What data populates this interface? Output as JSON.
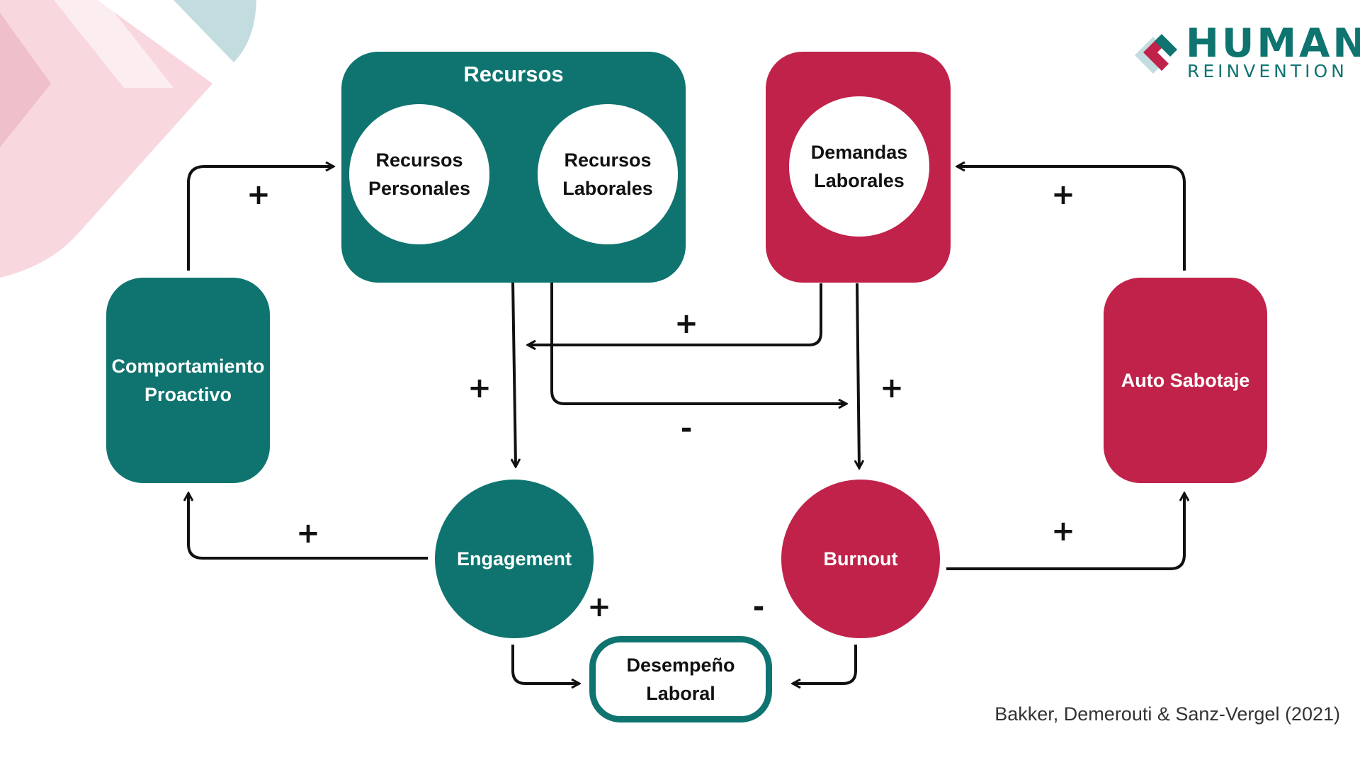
{
  "brand": {
    "name_line1": "HUMAN",
    "name_line2": "REINVENTION",
    "teal": "#0f7470",
    "crimson": "#c0224a",
    "pink_light": "#f9d7de",
    "pink_mid": "#efc0cb",
    "blue_gray": "#c3dcdf"
  },
  "nodes": {
    "recursos": {
      "title": "Recursos",
      "personales": "Recursos\nPersonales",
      "laborales": "Recursos\nLaborales"
    },
    "demandas": "Demandas\nLaborales",
    "comportamiento": "Comportamiento\nProactivo",
    "auto_sabotaje": "Auto Sabotaje",
    "engagement": "Engagement",
    "burnout": "Burnout",
    "desempeno": "Desempeño\nLaboral"
  },
  "relations": {
    "comportamiento_to_recursos": "+",
    "auto_sabotaje_to_demandas": "+",
    "demandas_to_engagement": "+",
    "recursos_to_engagement": "+",
    "recursos_to_burnout": "-",
    "demandas_to_burnout": "+",
    "engagement_to_comportamiento": "+",
    "burnout_to_auto_sabotaje": "+",
    "engagement_to_desempeno": "+",
    "burnout_to_desempeno": "-"
  },
  "citation": "Bakker, Demerouti & Sanz-Vergel (2021)"
}
